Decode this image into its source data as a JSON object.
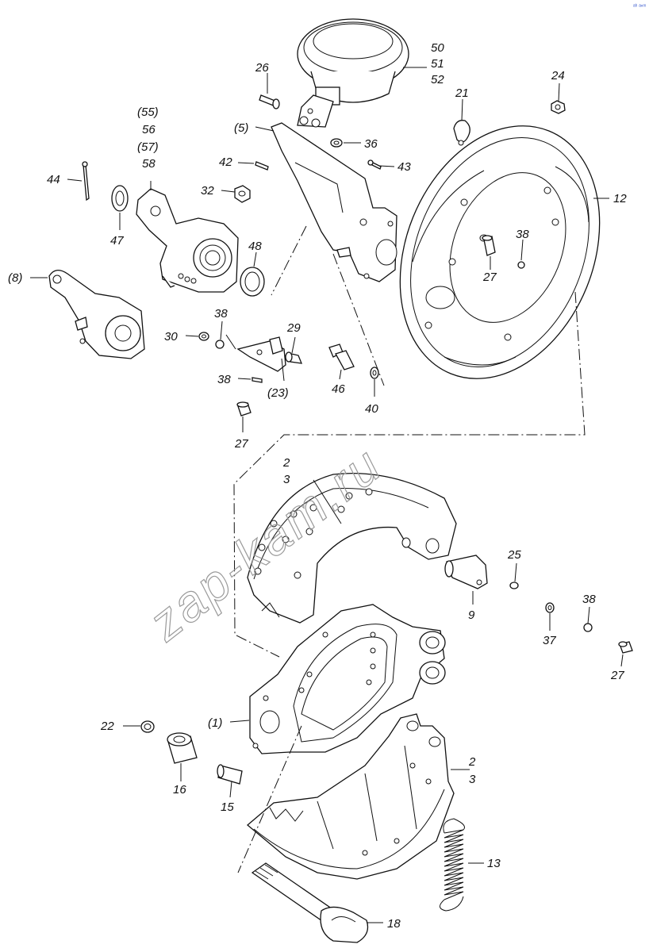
{
  "watermark": "zap-kam.ru",
  "corner_mark": "ᵃʰ ᵃⁿᵐ",
  "labels": {
    "p50": "50",
    "p51": "51",
    "p52": "52",
    "p26": "26",
    "p24": "24",
    "p21": "21",
    "p55": "(55)",
    "p56": "56",
    "p57": "(57)",
    "p58": "58",
    "p5": "(5)",
    "p36": "36",
    "p42": "42",
    "p43": "43",
    "p44": "44",
    "p32": "32",
    "p12": "12",
    "p47": "47",
    "p38a": "38",
    "p27a": "27",
    "p48": "48",
    "p8": "(8)",
    "p38b": "38",
    "p29": "29",
    "p30": "30",
    "p46": "46",
    "p38c": "38",
    "p23": "(23)",
    "p40": "40",
    "p27b": "27",
    "p2a": "2",
    "p3a": "3",
    "p25": "25",
    "p9": "9",
    "p38d": "38",
    "p37": "37",
    "p27c": "27",
    "p22": "22",
    "p1": "(1)",
    "p2b": "2",
    "p3b": "3",
    "p16": "16",
    "p15": "15",
    "p13": "13",
    "p18": "18"
  }
}
